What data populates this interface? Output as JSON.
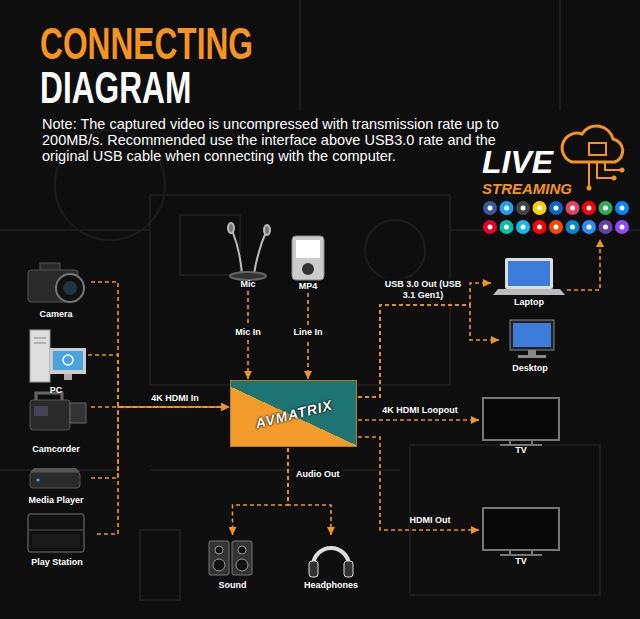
{
  "diagram": {
    "title": "CONNECTING DIAGRAM",
    "nodes": [
      {
        "text": [
          "LIVE STREAMING"
        ]
      },
      {
        "text": [
          "Camera"
        ]
      },
      {
        "text": [
          "PC"
        ]
      },
      {
        "text": [
          "Camcorder"
        ]
      },
      {
        "text": [
          "Media Player"
        ]
      },
      {
        "text": [
          "Play Station"
        ]
      },
      {
        "text": [
          "Mic"
        ]
      },
      {
        "text": [
          "MP4"
        ]
      },
      {
        "text": [
          "AVMATRIX"
        ]
      },
      {
        "text": [
          "Laptop"
        ]
      },
      {
        "text": [
          "Desktop"
        ]
      },
      {
        "text": [
          "TV"
        ]
      },
      {
        "text": [
          "TV"
        ]
      },
      {
        "text": [
          "Sound"
        ]
      },
      {
        "text": [
          "Headphones"
        ]
      }
    ],
    "edges": [
      {
        "from": 1,
        "to": 8,
        "arrow": "to"
      },
      {
        "from": 2,
        "to": 8,
        "arrow": "to"
      },
      {
        "from": 3,
        "to": 8,
        "label": "4K HDMI In",
        "arrow": "to"
      },
      {
        "from": 4,
        "to": 8,
        "arrow": "to"
      },
      {
        "from": 5,
        "to": 8,
        "arrow": "to"
      },
      {
        "from": 6,
        "to": 8,
        "label": "Mic In",
        "arrow": "to"
      },
      {
        "from": 7,
        "to": 8,
        "label": "Line In",
        "arrow": "to"
      },
      {
        "from": 8,
        "to": 9,
        "label": "USB 3.0 Out (USB 3.1 Gen1)",
        "arrow": "to"
      },
      {
        "from": 8,
        "to": 10,
        "arrow": "to"
      },
      {
        "from": 9,
        "to": 0,
        "arrow": "to"
      },
      {
        "from": 8,
        "to": 11,
        "label": "4K HDMI Loopout",
        "arrow": "to"
      },
      {
        "from": 8,
        "to": 12,
        "label": "HDMI Out",
        "arrow": "to"
      },
      {
        "from": 8,
        "to": 13,
        "label": "Audio Out",
        "arrow": "to"
      },
      {
        "from": 8,
        "to": 14,
        "arrow": "to"
      }
    ],
    "labels": [
      "Note: The captured video is uncompressed with transmission rate up to 200MB/s. Recommended use the interface above USB3.0 rate and the original USB cable when connecting with the computer."
    ]
  }
}
